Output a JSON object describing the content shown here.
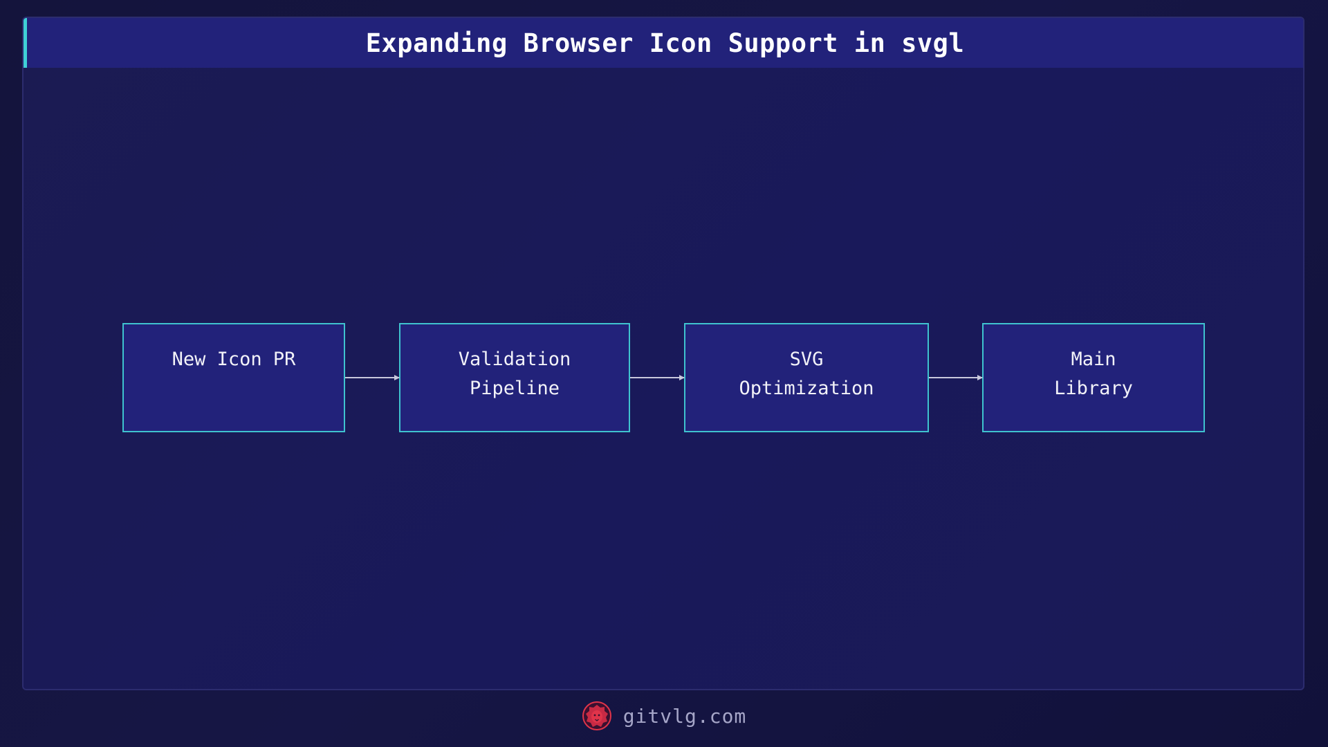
{
  "header": {
    "title": "Expanding Browser Icon Support in svgl"
  },
  "diagram": {
    "nodes": [
      {
        "label": "New Icon PR"
      },
      {
        "label": "Validation\nPipeline"
      },
      {
        "label": "SVG\nOptimization"
      },
      {
        "label": "Main\nLibrary"
      }
    ]
  },
  "footer": {
    "site": "gitvlg.com",
    "logo_icon": "lion-logo-icon"
  },
  "colors": {
    "background": "#14143c",
    "panel": "#1b1b52",
    "title_bar": "#22227a",
    "accent": "#3fd0d6",
    "node_border": "#3fc3cf",
    "node_fill": "#22227a",
    "arrow": "#c8c8dc",
    "logo": "#e0344a"
  }
}
